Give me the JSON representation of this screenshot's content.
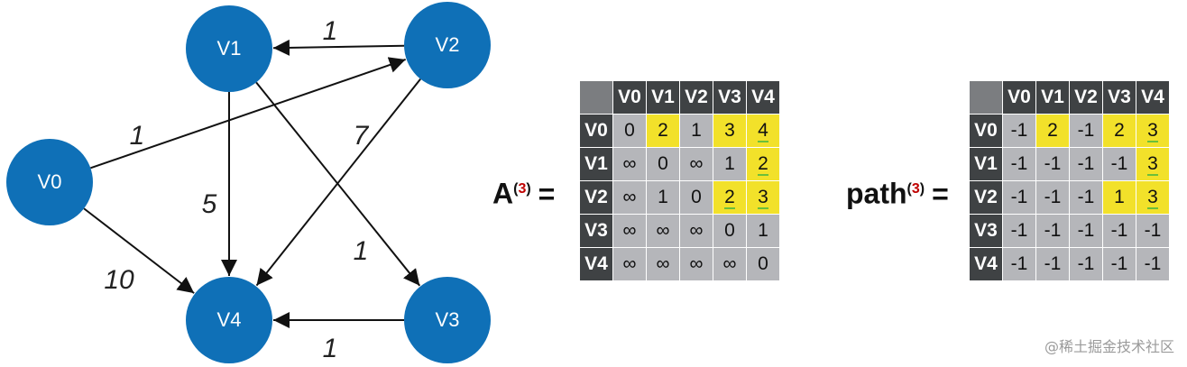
{
  "graph": {
    "nodes": [
      {
        "id": "v0",
        "label": "V0"
      },
      {
        "id": "v1",
        "label": "V1"
      },
      {
        "id": "v2",
        "label": "V2"
      },
      {
        "id": "v3",
        "label": "V3"
      },
      {
        "id": "v4",
        "label": "V4"
      }
    ],
    "edges": [
      {
        "from": "V2",
        "to": "V1",
        "weight": "1"
      },
      {
        "from": "V0",
        "to": "V2",
        "weight": "1"
      },
      {
        "from": "V1",
        "to": "V4",
        "weight": "5"
      },
      {
        "from": "V2",
        "to": "V4",
        "weight": "7"
      },
      {
        "from": "V1",
        "to": "V3",
        "weight": "1"
      },
      {
        "from": "V0",
        "to": "V4",
        "weight": "10"
      },
      {
        "from": "V3",
        "to": "V4",
        "weight": "1"
      }
    ],
    "node_color": "#0f70b7"
  },
  "matrix_a": {
    "name": "A",
    "superscript_open": "(",
    "superscript_num": "3",
    "superscript_close": ")",
    "equals": "=",
    "columns": [
      "V0",
      "V1",
      "V2",
      "V3",
      "V4"
    ],
    "rows": [
      {
        "label": "V0",
        "cells": [
          {
            "v": "0"
          },
          {
            "v": "2",
            "hl": true
          },
          {
            "v": "1"
          },
          {
            "v": "3",
            "hl": true
          },
          {
            "v": "4",
            "hl": true,
            "u": true
          }
        ]
      },
      {
        "label": "V1",
        "cells": [
          {
            "v": "∞"
          },
          {
            "v": "0"
          },
          {
            "v": "∞"
          },
          {
            "v": "1"
          },
          {
            "v": "2",
            "hl": true,
            "u": true
          }
        ]
      },
      {
        "label": "V2",
        "cells": [
          {
            "v": "∞"
          },
          {
            "v": "1"
          },
          {
            "v": "0"
          },
          {
            "v": "2",
            "hl": true,
            "u": true
          },
          {
            "v": "3",
            "hl": true,
            "u": true
          }
        ]
      },
      {
        "label": "V3",
        "cells": [
          {
            "v": "∞"
          },
          {
            "v": "∞"
          },
          {
            "v": "∞"
          },
          {
            "v": "0"
          },
          {
            "v": "1"
          }
        ]
      },
      {
        "label": "V4",
        "cells": [
          {
            "v": "∞"
          },
          {
            "v": "∞"
          },
          {
            "v": "∞"
          },
          {
            "v": "∞"
          },
          {
            "v": "0"
          }
        ]
      }
    ]
  },
  "matrix_path": {
    "name": "path",
    "superscript_open": "(",
    "superscript_num": "3",
    "superscript_close": ")",
    "equals": "=",
    "columns": [
      "V0",
      "V1",
      "V2",
      "V3",
      "V4"
    ],
    "rows": [
      {
        "label": "V0",
        "cells": [
          {
            "v": "-1"
          },
          {
            "v": "2",
            "hl": true
          },
          {
            "v": "-1"
          },
          {
            "v": "2",
            "hl": true
          },
          {
            "v": "3",
            "hl": true,
            "u": true
          }
        ]
      },
      {
        "label": "V1",
        "cells": [
          {
            "v": "-1"
          },
          {
            "v": "-1"
          },
          {
            "v": "-1"
          },
          {
            "v": "-1"
          },
          {
            "v": "3",
            "hl": true,
            "u": true
          }
        ]
      },
      {
        "label": "V2",
        "cells": [
          {
            "v": "-1"
          },
          {
            "v": "-1"
          },
          {
            "v": "-1"
          },
          {
            "v": "1",
            "hl": true
          },
          {
            "v": "3",
            "hl": true,
            "u": true
          }
        ]
      },
      {
        "label": "V3",
        "cells": [
          {
            "v": "-1"
          },
          {
            "v": "-1"
          },
          {
            "v": "-1"
          },
          {
            "v": "-1"
          },
          {
            "v": "-1"
          }
        ]
      },
      {
        "label": "V4",
        "cells": [
          {
            "v": "-1"
          },
          {
            "v": "-1"
          },
          {
            "v": "-1"
          },
          {
            "v": "-1"
          },
          {
            "v": "-1"
          }
        ]
      }
    ]
  },
  "watermark": "@稀土掘金技术社区"
}
